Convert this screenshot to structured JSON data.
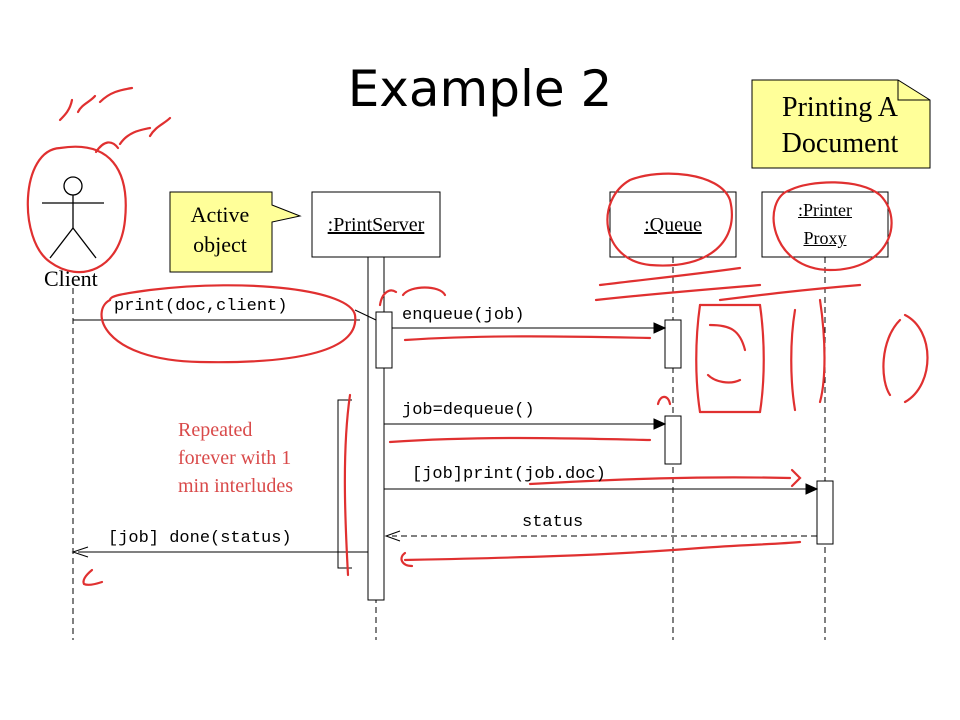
{
  "title": "Example 2",
  "notes": {
    "printing_doc_line1": "Printing A",
    "printing_doc_line2": "Document",
    "active_object_line1": "Active",
    "active_object_line2": "object"
  },
  "actor": {
    "label": "Client"
  },
  "objects": {
    "print_server": ":PrintServer",
    "queue": ":Queue",
    "printer_proxy_line1": ":Printer",
    "printer_proxy_line2": "Proxy"
  },
  "messages": {
    "print": "print(doc,client)",
    "enqueue": "enqueue(job)",
    "dequeue": "job=dequeue()",
    "job_print": "[job]print(job.doc)",
    "status": "status",
    "done": "[job] done(status)"
  },
  "repeat_note": {
    "line1": "Repeated",
    "line2": "forever with 1",
    "line3": "min interludes"
  },
  "colors": {
    "note_fill": "#ffff99",
    "annotation_red": "#e03030",
    "repeat_text": "#d94a4a"
  }
}
